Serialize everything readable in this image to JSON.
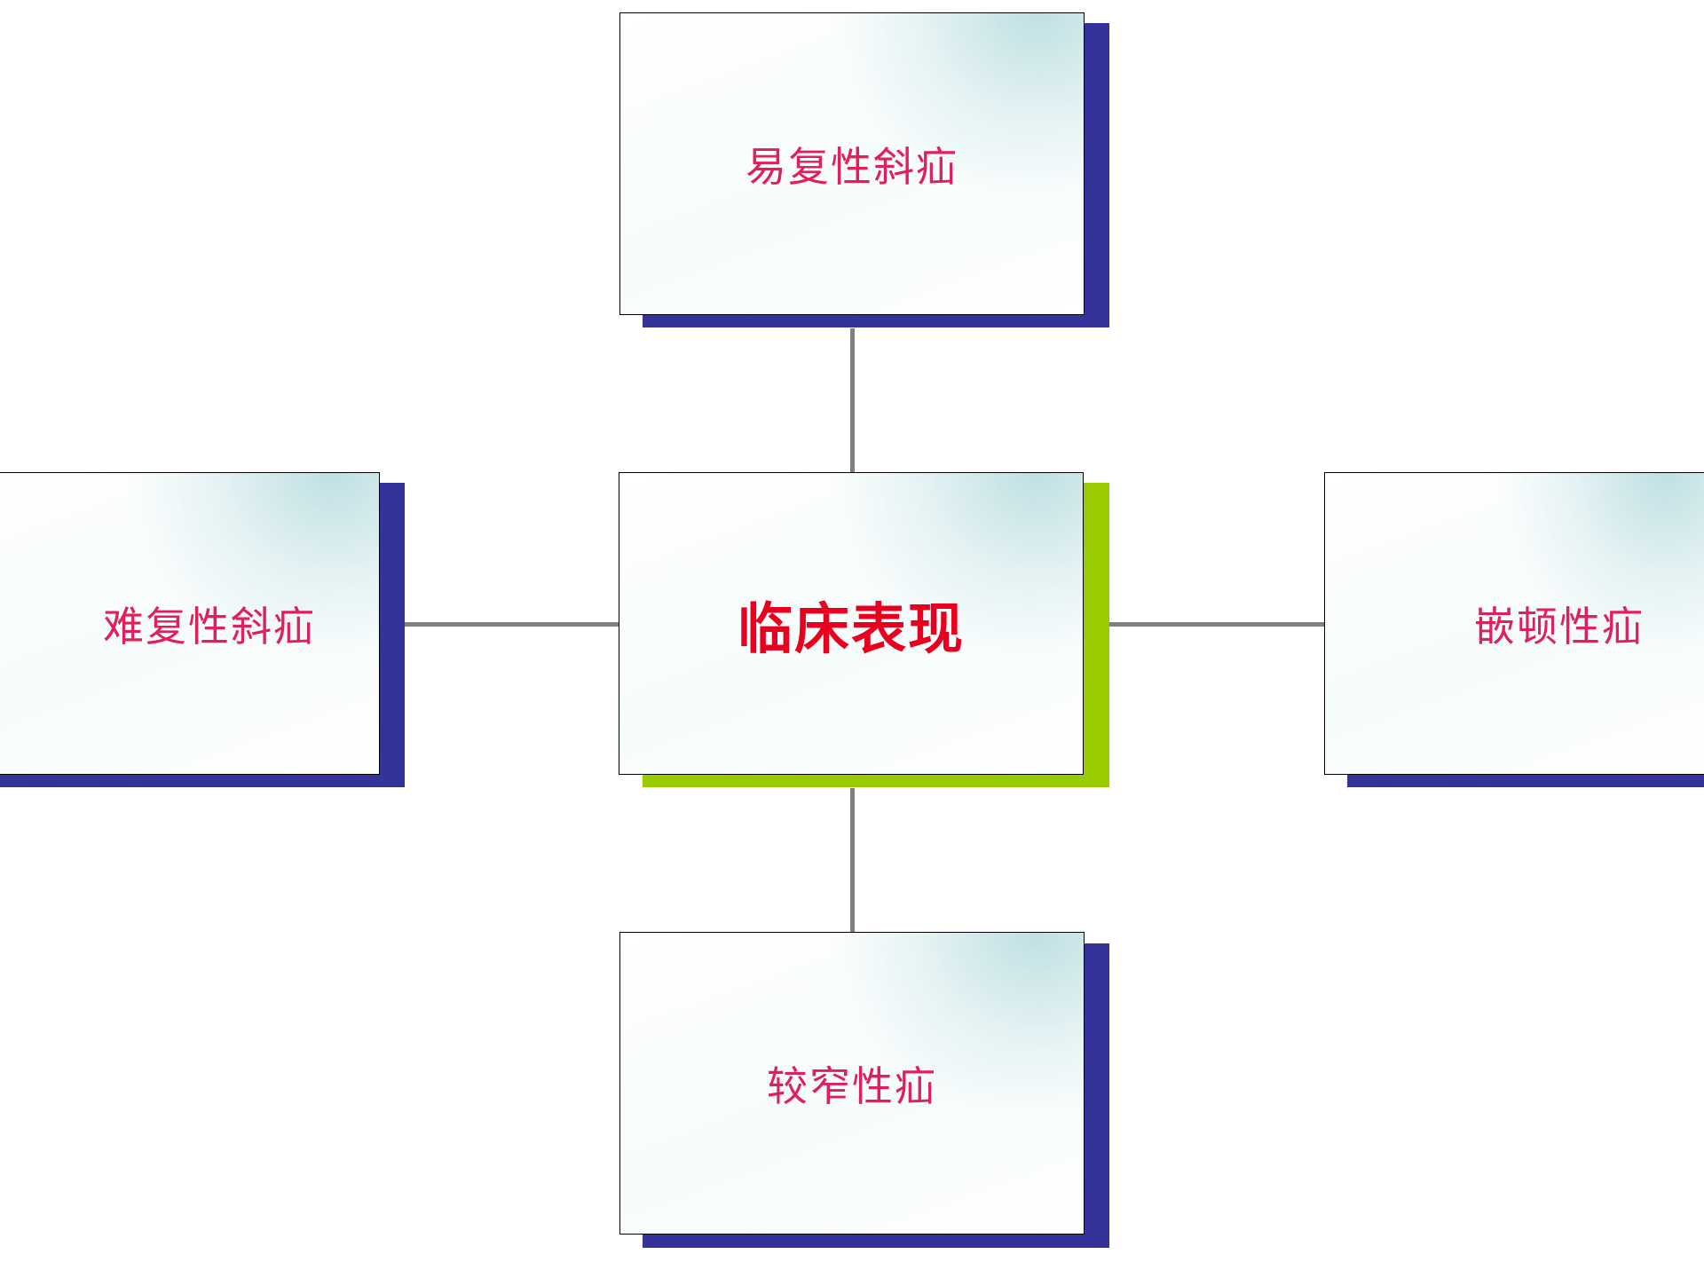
{
  "center": {
    "label": "临床表现"
  },
  "nodes": {
    "top": {
      "label": "易复性斜疝"
    },
    "left": {
      "label": "难复性斜疝"
    },
    "right": {
      "label": "嵌顿性疝"
    },
    "bottom": {
      "label": "较窄性疝"
    }
  },
  "colors": {
    "center_text": "#e8001e",
    "node_text": "#e0205a",
    "center_shadow": "#99cc00",
    "node_shadow": "#333399",
    "connector": "#808080"
  }
}
